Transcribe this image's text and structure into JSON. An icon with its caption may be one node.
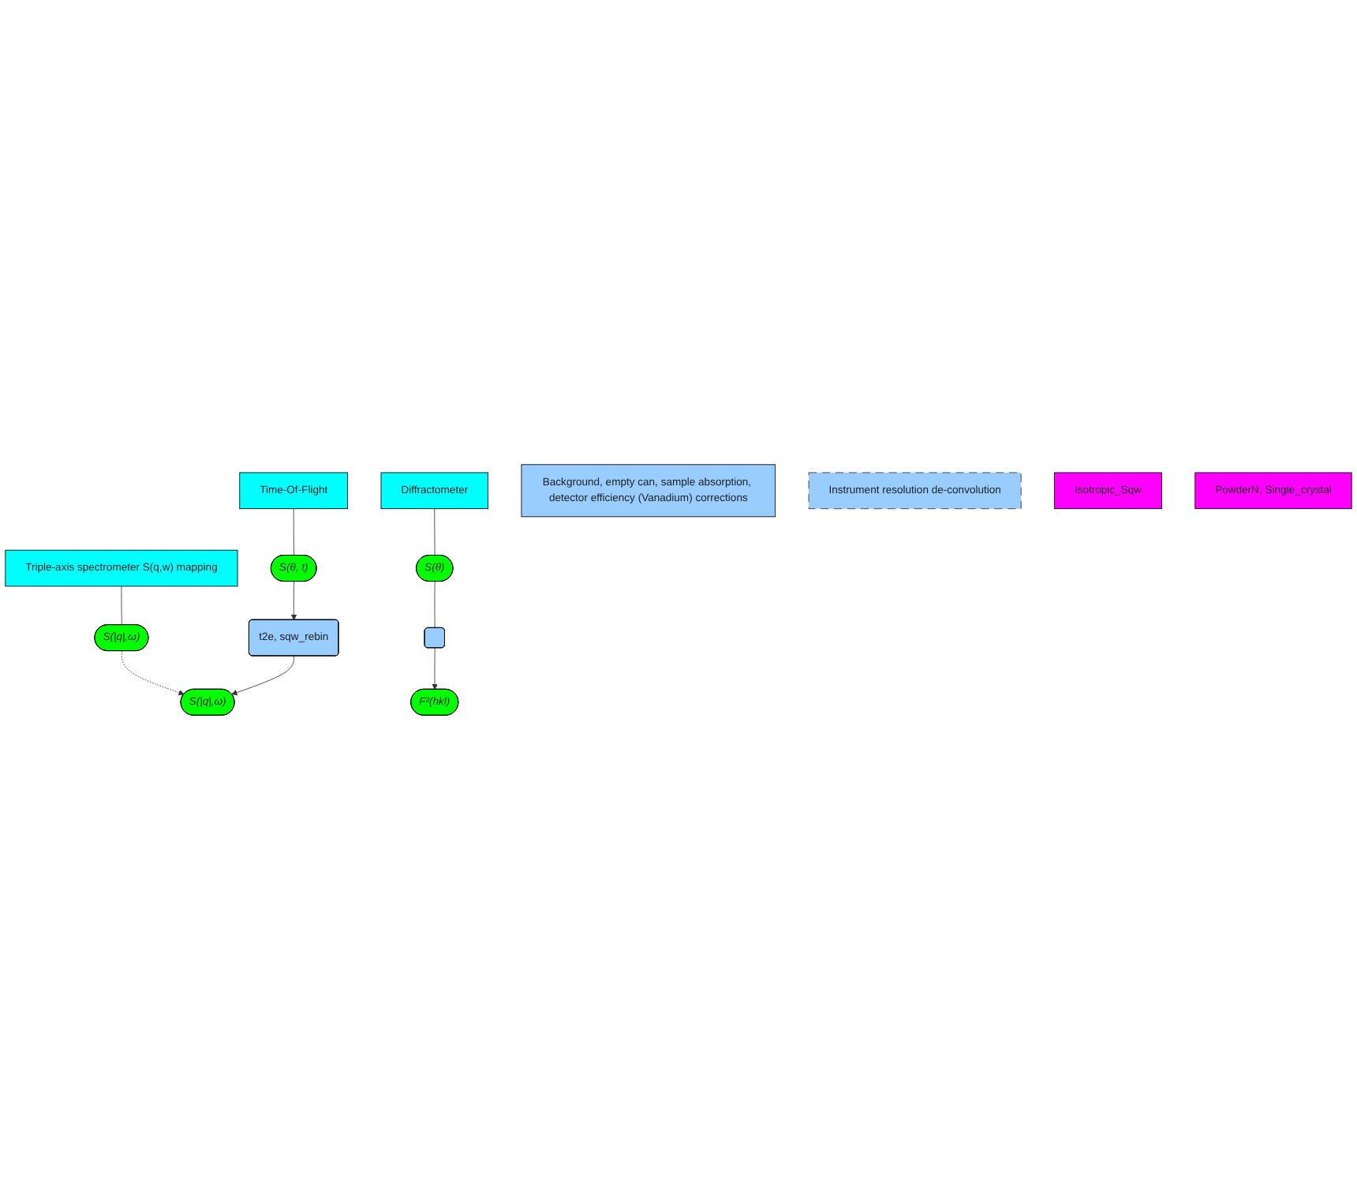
{
  "diagram": {
    "nodes": [
      {
        "text": [
          "Triple-axis spectrometer S(q,w) mapping"
        ]
      },
      {
        "text": [
          "Time-Of-Flight"
        ]
      },
      {
        "text": [
          "Diffractometer"
        ]
      },
      {
        "text": [
          "S(|q|,ω)"
        ]
      },
      {
        "text": [
          "S(θ, t)"
        ]
      },
      {
        "text": [
          "S(θ)"
        ]
      },
      {
        "text": [
          "Background, empty can, sample absorption, detector efficiency (Vanadium) corrections"
        ]
      },
      {
        "text": [
          "Instrument resolution de-convolution"
        ]
      },
      {
        "text": [
          "t2e, sqw_rebin"
        ]
      },
      {
        "text": [],
        "shape": "box"
      },
      {
        "text": [
          "S(|q|,ω)"
        ]
      },
      {
        "text": [
          "F²(hkl)"
        ]
      },
      {
        "text": [
          "Isotropic_Sqw"
        ]
      },
      {
        "text": [
          "PowderN, Single_crystal"
        ]
      }
    ],
    "edges": [
      {
        "from": 0,
        "to": 3,
        "arrow": "none"
      },
      {
        "from": 1,
        "to": 4,
        "arrow": "none"
      },
      {
        "from": 2,
        "to": 5,
        "arrow": "none"
      },
      {
        "from": 3,
        "to": 10,
        "arrow": "to",
        "style": "dashed"
      },
      {
        "from": 4,
        "to": 8,
        "arrow": "to"
      },
      {
        "from": 5,
        "to": 9,
        "arrow": "none"
      },
      {
        "from": 8,
        "to": 10,
        "arrow": "to"
      },
      {
        "from": 9,
        "to": 11,
        "arrow": "to"
      }
    ]
  }
}
